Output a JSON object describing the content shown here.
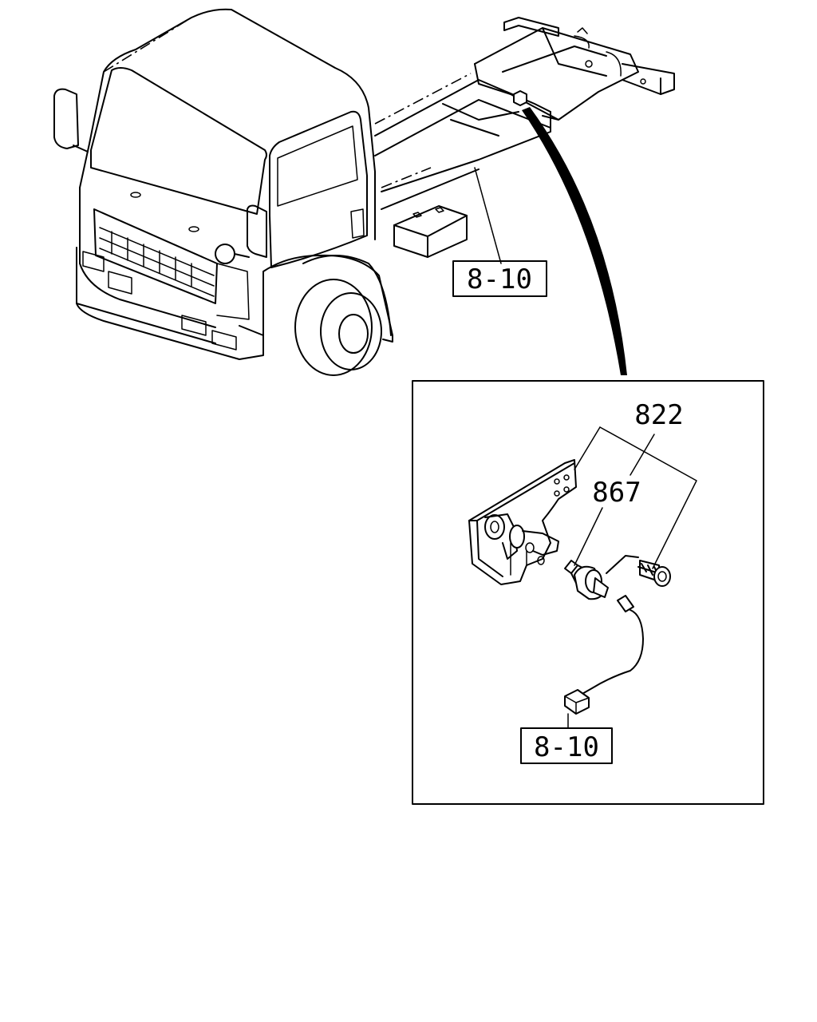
{
  "callouts": {
    "ref_truck": "8-10",
    "ref_connector": "8-10",
    "part_bracket": "822",
    "part_sensor": "867"
  },
  "colors": {
    "line": "#000000",
    "background": "#ffffff"
  }
}
